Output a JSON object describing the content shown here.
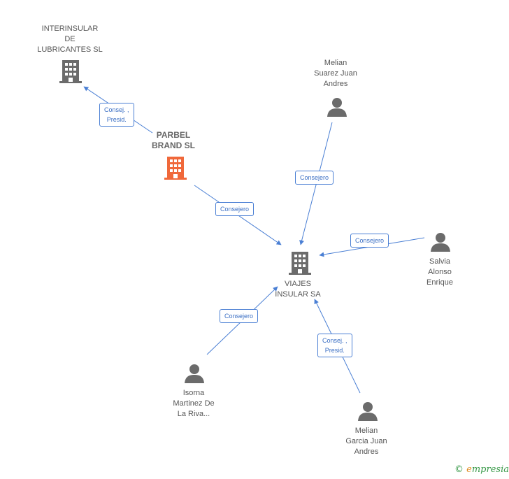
{
  "colors": {
    "edge": "#4a7fd4",
    "building_gray": "#6b6b6b",
    "building_highlight": "#f0683a",
    "person": "#6b6b6b"
  },
  "nodes": {
    "interinsular": {
      "label_lines": [
        "INTERINSULAR",
        "DE",
        "LUBRICANTES SL"
      ],
      "icon": "building-icon"
    },
    "parbel": {
      "label_lines": [
        "PARBEL",
        "BRAND SL"
      ],
      "icon": "building-icon"
    },
    "viajes": {
      "label_lines": [
        "VIAJES",
        "INSULAR SA"
      ],
      "icon": "building-icon"
    },
    "melian_suarez": {
      "label_lines": [
        "Melian",
        "Suarez Juan",
        "Andres"
      ],
      "icon": "person-icon"
    },
    "salvia": {
      "label_lines": [
        "Salvia",
        "Alonso",
        "Enrique"
      ],
      "icon": "person-icon"
    },
    "isorna": {
      "label_lines": [
        "Isorna",
        "Martinez De",
        "La Riva..."
      ],
      "icon": "person-icon"
    },
    "melian_garcia": {
      "label_lines": [
        "Melian",
        "Garcia Juan",
        "Andres"
      ],
      "icon": "person-icon"
    }
  },
  "edges": {
    "parbel_interinsular": {
      "label_lines": [
        "Consej. ,",
        "Presid."
      ]
    },
    "parbel_viajes": {
      "label_lines": [
        "Consejero"
      ]
    },
    "melian_suarez_viajes": {
      "label_lines": [
        "Consejero"
      ]
    },
    "salvia_viajes": {
      "label_lines": [
        "Consejero"
      ]
    },
    "isorna_viajes": {
      "label_lines": [
        "Consejero"
      ]
    },
    "melian_garcia_viajes": {
      "label_lines": [
        "Consej. ,",
        "Presid."
      ]
    }
  },
  "footer": {
    "copyright_symbol": "©",
    "brand_initial": "e",
    "brand_rest": "mpresia"
  }
}
